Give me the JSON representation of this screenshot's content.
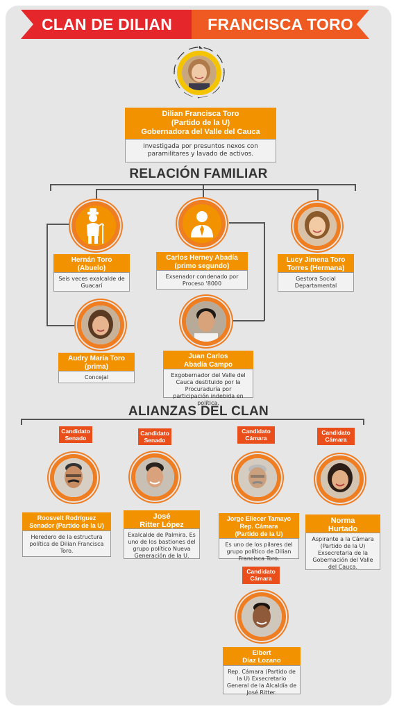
{
  "title": {
    "left": "CLAN DE DILIAN",
    "right": "FRANCISCA TORO"
  },
  "main": {
    "name": "Dilian Francisca Toro (Partido de la U) Gobernadora del Valle del Cauca",
    "name_lines": [
      "Dilian Francisca Toro",
      "(Partido de la U)",
      "Gobernadora del Valle del Cauca"
    ],
    "desc": "Investigada por presuntos nexos con paramilitares y lavado de activos."
  },
  "sections": {
    "family": "RELACIÓN FAMILIAR",
    "alliances": "ALIANZAS DEL CLAN"
  },
  "family": [
    {
      "name1": "Hernán Toro",
      "name2": "(Abuelo)",
      "desc": "Seis veces exalcalde de Guacarí",
      "icon": "elder-icon"
    },
    {
      "name1": "Carlos Herney Abadía",
      "name2": "(primo segundo)",
      "desc": "Exsenador condenado por Proceso '8000",
      "icon": "businessman-icon"
    },
    {
      "name1": "Lucy Jimena Toro",
      "name2": "Torres (Hermana)",
      "desc": "Gestora Social Departamental",
      "icon": "woman-photo"
    },
    {
      "name1": "Audry María Toro",
      "name2": "(prima)",
      "desc": "Concejal",
      "icon": "woman-photo"
    },
    {
      "name1": "Juan Carlos",
      "name2": "Abadía Campo",
      "desc": "Exgobernador del Valle del Cauca destituido por la Procuraduría por participación indebida en política.",
      "icon": "man-photo"
    }
  ],
  "alliances": [
    {
      "tag1": "Candidato",
      "tag2": "Senado",
      "name1": "Roosvelt Rodríguez",
      "name2": "Senador (Partido de la U)",
      "desc": "Heredero de la estructura política de Dilian Francisca Toro."
    },
    {
      "tag1": "Candidato",
      "tag2": "Senado",
      "name1": "José",
      "name2": "Ritter López",
      "desc": "Exalcalde de Palmira. Es uno de los bastiones del grupo político Nueva Generación de la U."
    },
    {
      "tag1": "Candidato",
      "tag2": "Cámara",
      "name1": "Jorge Eliecer Tamayo",
      "name2": "Rep. Cámara",
      "name3": "(Partido de la U)",
      "desc": "Es uno de los pilares del grupo político de Dilian Francisca Toro."
    },
    {
      "tag1": "Candidato",
      "tag2": "Cámara",
      "name1": "Norma",
      "name2": "Hurtado",
      "desc": "Aspirante a la Cámara (Partido de la U) Exsecretaria de la Gobernación del Valle del Cauca."
    },
    {
      "tag1": "Candidato",
      "tag2": "Cámara",
      "name1": "Eibert",
      "name2": "Díaz Lozano",
      "desc": "Rep. Cámara (Partido de la U) Exsecretario General de la Alcaldía de José Ritter."
    }
  ],
  "colors": {
    "red": "#e5262b",
    "orange": "#ef5a22",
    "box": "#f39200",
    "ring": "#ef7d22",
    "gold": "#f5c400"
  }
}
